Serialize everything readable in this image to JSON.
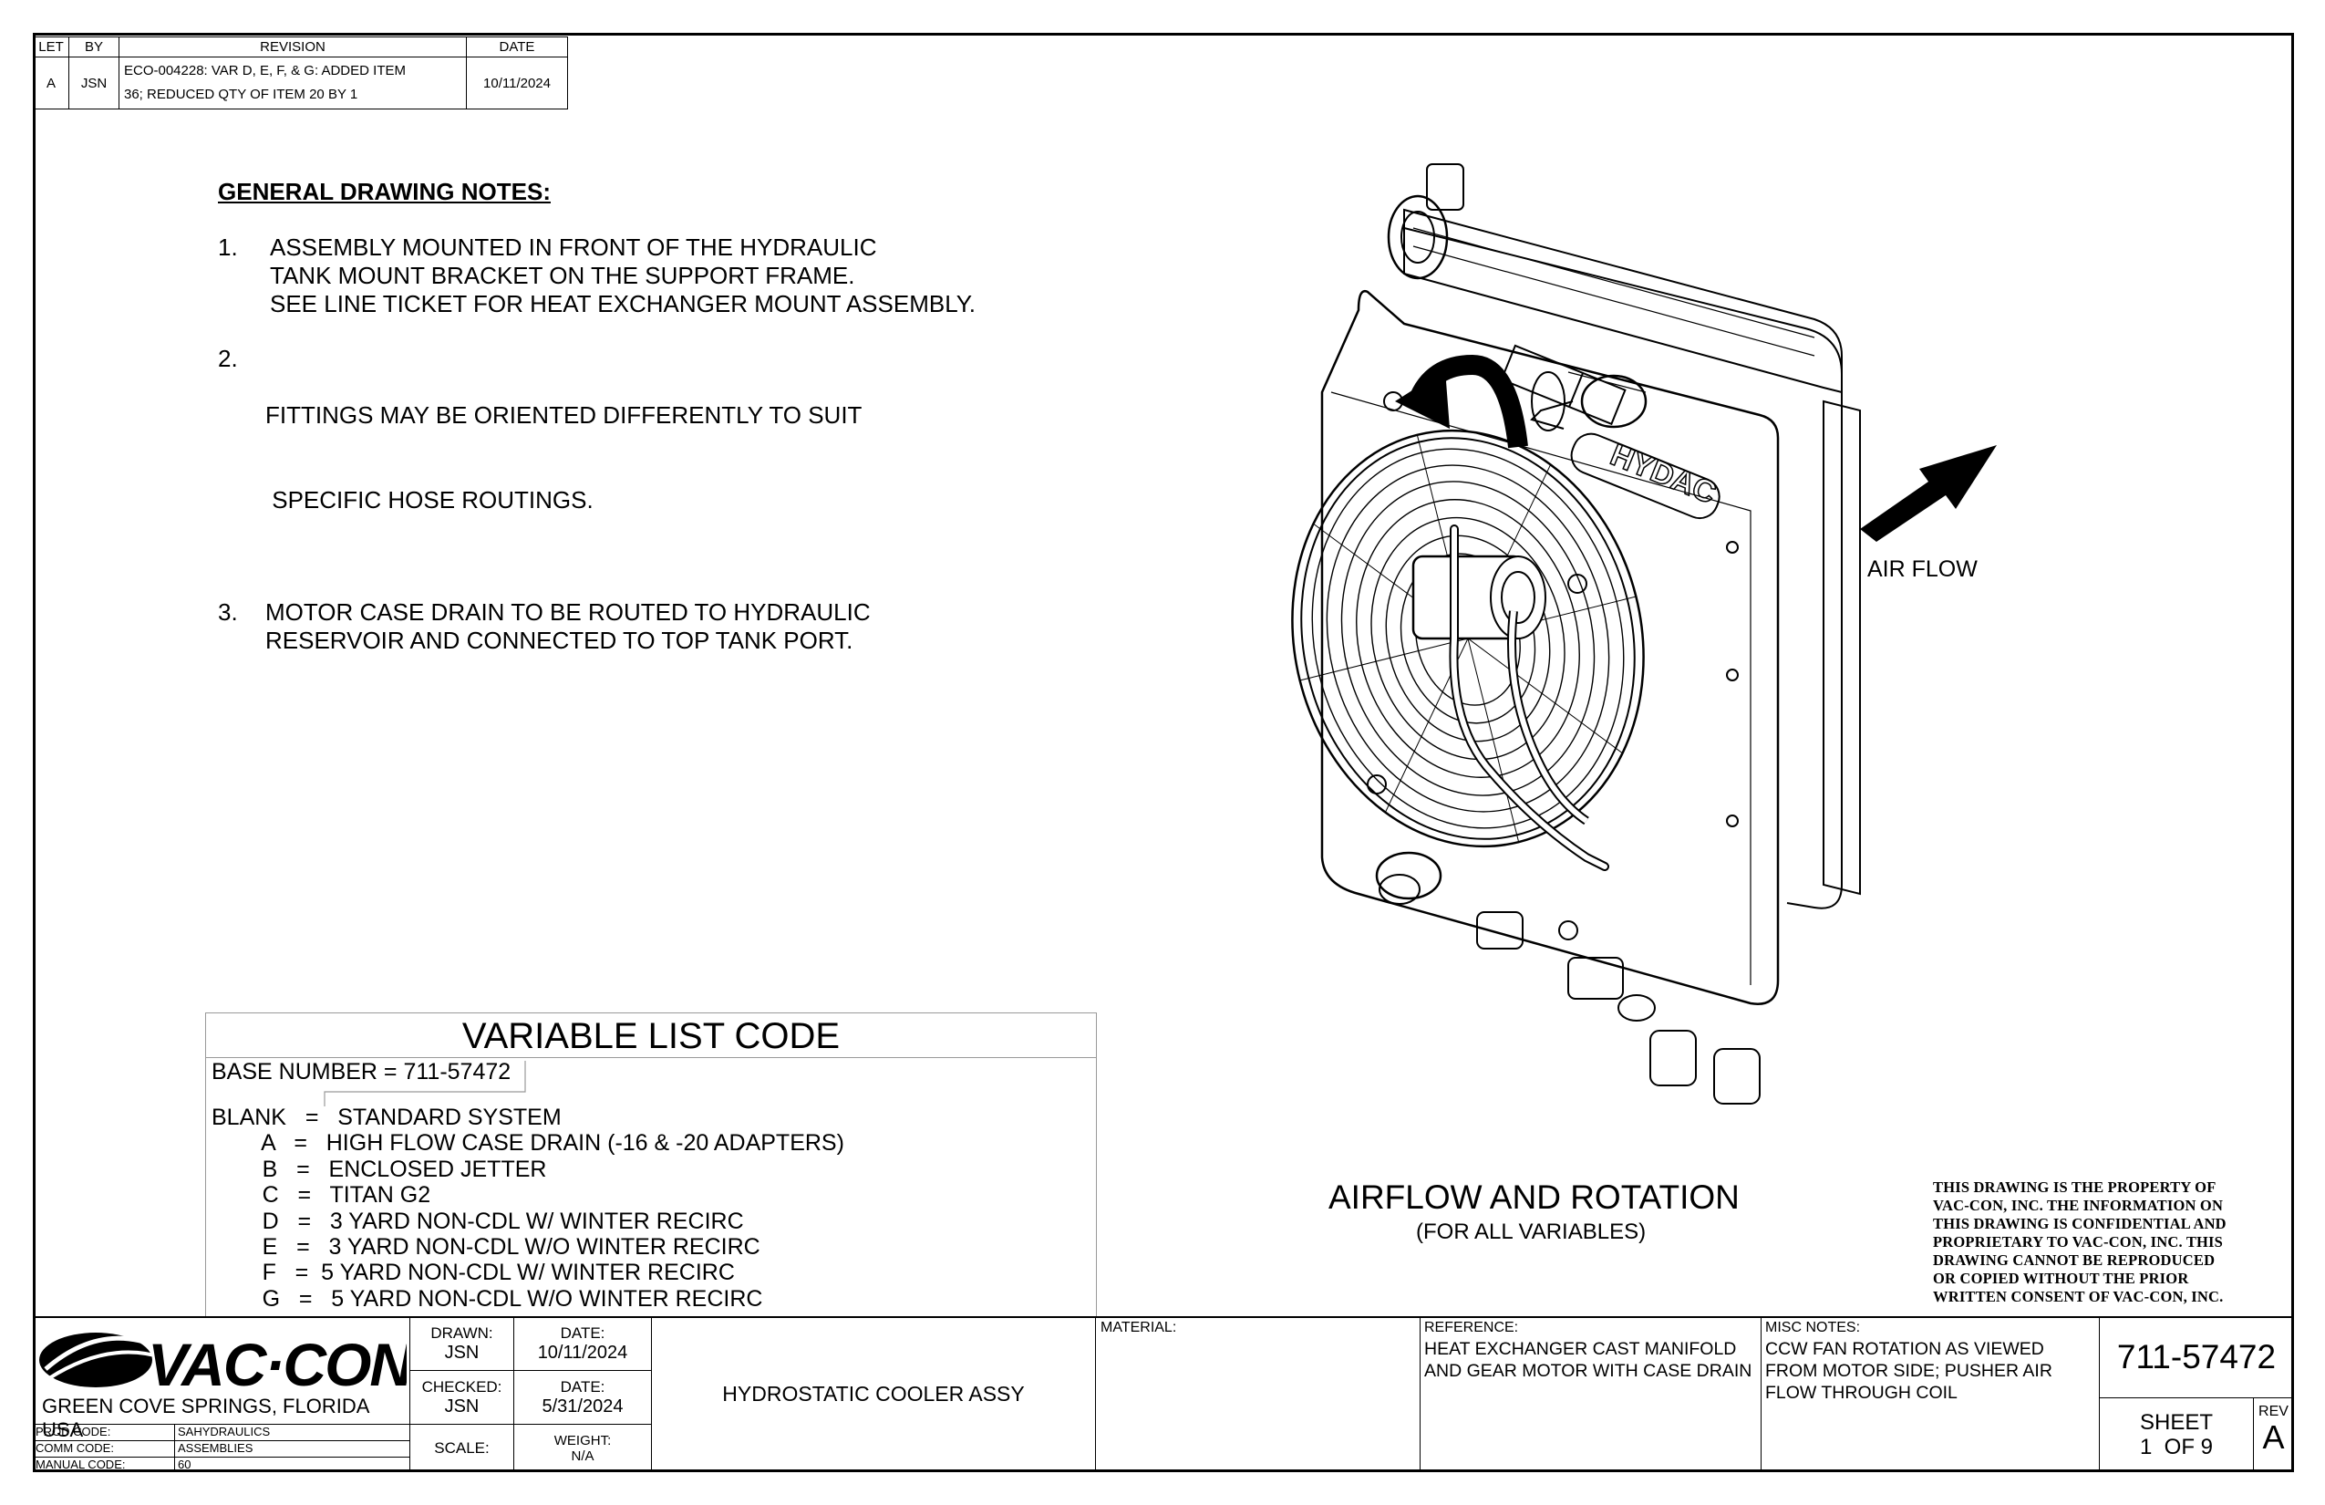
{
  "revision_table": {
    "headers": [
      "LET",
      "BY",
      "REVISION",
      "DATE"
    ],
    "rows": [
      {
        "let": "A",
        "by": "JSN",
        "revision_line1": "ECO-004228:  VAR D, E, F, & G: ADDED ITEM",
        "revision_line2": "36; REDUCED QTY OF ITEM 20 BY 1",
        "date": "10/11/2024"
      }
    ]
  },
  "general_notes": {
    "title": "GENERAL DRAWING NOTES:",
    "items": [
      {
        "num": "1.",
        "lines": [
          "ASSEMBLY MOUNTED IN FRONT OF THE HYDRAULIC",
          "TANK MOUNT BRACKET ON THE SUPPORT FRAME.",
          "SEE LINE TICKET FOR HEAT EXCHANGER MOUNT ASSEMBLY."
        ]
      },
      {
        "num": "2.",
        "lines": [
          "FITTINGS MAY BE ORIENTED DIFFERENTLY TO SUIT",
          " SPECIFIC HOSE ROUTINGS."
        ]
      },
      {
        "num": "3.",
        "lines": [
          "MOTOR CASE DRAIN TO BE ROUTED TO HYDRAULIC",
          "RESERVOIR AND CONNECTED TO TOP TANK PORT."
        ]
      }
    ]
  },
  "variable_list": {
    "title": "VARIABLE LIST CODE",
    "base_number": "BASE NUMBER = 711-57472",
    "items": [
      "BLANK   =   STANDARD SYSTEM",
      "        A   =   HIGH FLOW CASE DRAIN (-16 & -20 ADAPTERS)",
      "        B   =   ENCLOSED JETTER",
      "        C   =   TITAN G2",
      "        D   =   3 YARD NON-CDL W/ WINTER RECIRC",
      "        E   =   3 YARD NON-CDL W/O WINTER RECIRC",
      "        F   =  5 YARD NON-CDL W/ WINTER RECIRC",
      "        G   =   5 YARD NON-CDL W/O WINTER RECIRC"
    ]
  },
  "figure": {
    "product_marking": "HYDAC",
    "air_flow_label": "AIR FLOW",
    "caption_title": "AIRFLOW AND ROTATION",
    "caption_subtitle": "(FOR ALL VARIABLES)"
  },
  "proprietary_notice": [
    "THIS DRAWING IS THE PROPERTY OF",
    "VAC-CON, INC.  THE INFORMATION ON",
    "THIS DRAWING IS CONFIDENTIAL AND",
    "PROPRIETARY TO VAC-CON, INC.  THIS",
    "DRAWING CANNOT BE REPRODUCED",
    "OR COPIED WITHOUT THE PRIOR",
    "WRITTEN CONSENT OF VAC-CON, INC."
  ],
  "title_block": {
    "company_logo": "VAC·CON",
    "company_location": "GREEN COVE SPRINGS, FLORIDA USA",
    "codes": [
      {
        "label": "PROD CODE:",
        "value": "SAHYDRAULICS"
      },
      {
        "label": "COMM CODE:",
        "value": "ASSEMBLIES"
      },
      {
        "label": "MANUAL CODE:",
        "value": "60"
      }
    ],
    "drawn_label": "DRAWN:",
    "drawn_value": "JSN",
    "drawn_date_label": "DATE:",
    "drawn_date": "10/11/2024",
    "checked_label": "CHECKED:",
    "checked_value": "JSN",
    "checked_date_label": "DATE:",
    "checked_date": "5/31/2024",
    "scale_label": "SCALE:",
    "scale_value": "",
    "weight_label": "WEIGHT:",
    "weight_value": "N/A",
    "description": "HYDROSTATIC COOLER ASSY",
    "material_label": "MATERIAL:",
    "material_value": "",
    "reference_label": "REFERENCE:",
    "reference_lines": [
      "HEAT EXCHANGER CAST MANIFOLD",
      "AND GEAR MOTOR WITH CASE DRAIN"
    ],
    "misc_label": "MISC NOTES:",
    "misc_lines": [
      "CCW FAN ROTATION AS VIEWED",
      "FROM MOTOR SIDE; PUSHER AIR",
      "FLOW THROUGH COIL"
    ],
    "part_number": "711-57472",
    "sheet_label": "SHEET",
    "sheet_value": "1  OF 9",
    "rev_label": "REV",
    "rev_value": "A"
  }
}
